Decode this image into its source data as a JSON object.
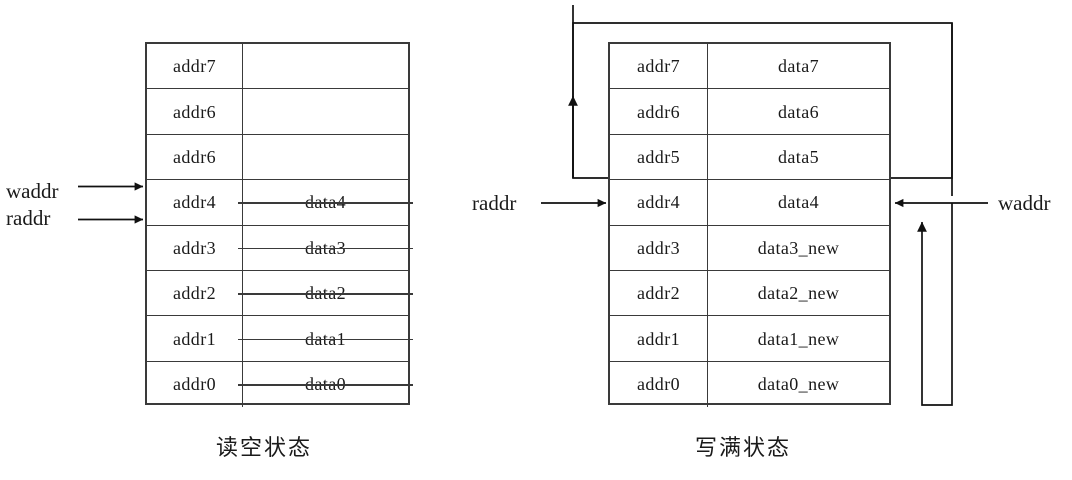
{
  "diagram": {
    "title_semantics": "FIFO read-empty and write-full state illustration",
    "stroke_color": "#3a3a3a",
    "background": "#ffffff"
  },
  "left_panel": {
    "caption": "读空状态",
    "rows": [
      {
        "addr": "addr7",
        "data": "",
        "struck": false
      },
      {
        "addr": "addr6",
        "data": "",
        "struck": false
      },
      {
        "addr": "addr6",
        "data": "",
        "struck": false
      },
      {
        "addr": "addr4",
        "data": "data4",
        "struck": true
      },
      {
        "addr": "addr3",
        "data": "data3",
        "struck": true
      },
      {
        "addr": "addr2",
        "data": "data2",
        "struck": true
      },
      {
        "addr": "addr1",
        "data": "data1",
        "struck": true
      },
      {
        "addr": "addr0",
        "data": "data0",
        "struck": true
      }
    ],
    "pointers": [
      {
        "name": "waddr",
        "label": "waddr",
        "target_row": "addr4",
        "target_edge": "top"
      },
      {
        "name": "raddr",
        "label": "raddr",
        "target_row": "addr4",
        "target_edge": "bottom"
      }
    ]
  },
  "right_panel": {
    "caption": "写满状态",
    "rows": [
      {
        "addr": "addr7",
        "data": "data7",
        "struck": false
      },
      {
        "addr": "addr6",
        "data": "data6",
        "struck": false
      },
      {
        "addr": "addr5",
        "data": "data5",
        "struck": false
      },
      {
        "addr": "addr4",
        "data": "data4",
        "struck": false
      },
      {
        "addr": "addr3",
        "data": "data3_new",
        "struck": false
      },
      {
        "addr": "addr2",
        "data": "data2_new",
        "struck": false
      },
      {
        "addr": "addr1",
        "data": "data1_new",
        "struck": false
      },
      {
        "addr": "addr0",
        "data": "data0_new",
        "struck": false
      }
    ],
    "pointers": [
      {
        "name": "raddr",
        "label": "raddr",
        "target_row": "addr4",
        "side": "left"
      },
      {
        "name": "waddr",
        "label": "waddr",
        "target_row": "addr4",
        "side": "right"
      }
    ],
    "wrap_arrows": [
      {
        "name": "wrap-top-arrow",
        "description": "loop from right side up and over to left, arrowhead pointing up beside addr7"
      },
      {
        "name": "wrap-bottom-arrow",
        "description": "loop from bottom right up, arrowhead pointing up toward waddr line"
      }
    ]
  }
}
